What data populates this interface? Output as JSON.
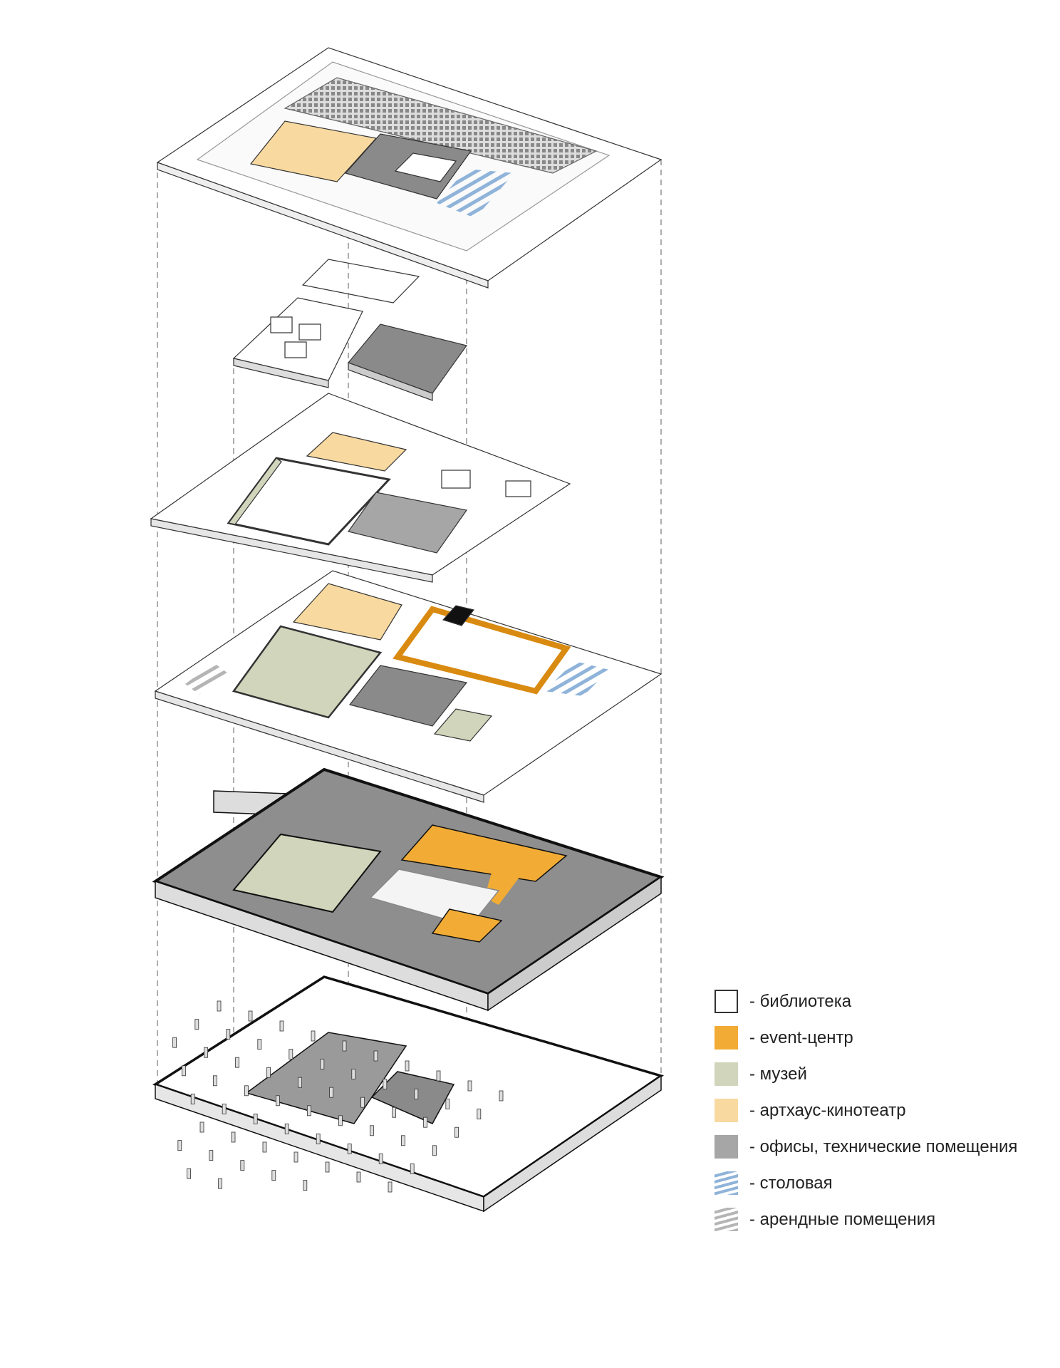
{
  "legend": [
    {
      "label": "- библиотека",
      "color": "#ffffff",
      "pattern": "outline"
    },
    {
      "label": "- event-центр",
      "color": "#f2ac35",
      "pattern": "solid"
    },
    {
      "label": "- музей",
      "color": "#d0d5bb",
      "pattern": "solid"
    },
    {
      "label": "- артхаус-кинотеатр",
      "color": "#f8d9a0",
      "pattern": "solid"
    },
    {
      "label": "- офисы, технические помещения",
      "color": "#a6a6a6",
      "pattern": "solid"
    },
    {
      "label": "- столовая",
      "color": "#8fb3d9",
      "pattern": "hatch"
    },
    {
      "label": "- арендные помещения",
      "color": "#b5b5b5",
      "pattern": "hatch"
    }
  ],
  "colors": {
    "line": "#333333",
    "slab": "#ffffff",
    "dark": "#8a8a8a"
  }
}
